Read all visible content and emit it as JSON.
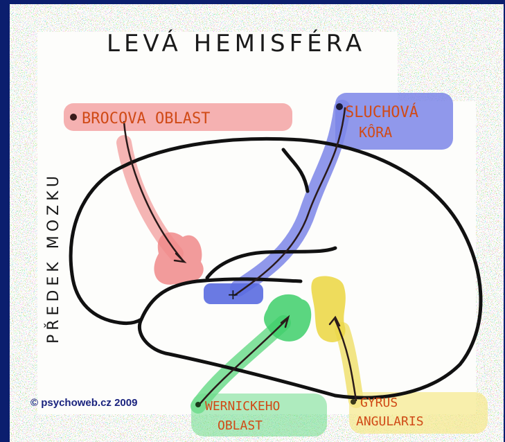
{
  "title": "LEVÁ HEMISFÉRA",
  "side_label": "PŘEDEK MOZKU",
  "labels": {
    "broca": "BROCOVA OBLAST",
    "auditory_line1": "SLUCHOVÁ",
    "auditory_line2": "KÔRA",
    "wernicke_line1": "WERNICKEHO",
    "wernicke_line2": "OBLAST",
    "gyrus_line1": "GYRUS",
    "gyrus_line2": "ANGULARIS"
  },
  "copyright": "© psychoweb.cz 2009",
  "colors": {
    "background": "#0b1e6e",
    "broca": "#f07a7a",
    "auditory": "#5a6be0",
    "wernicke": "#3ecf6a",
    "gyrus": "#ecd84a",
    "outline": "#111111",
    "label_text": "#d04a16"
  }
}
